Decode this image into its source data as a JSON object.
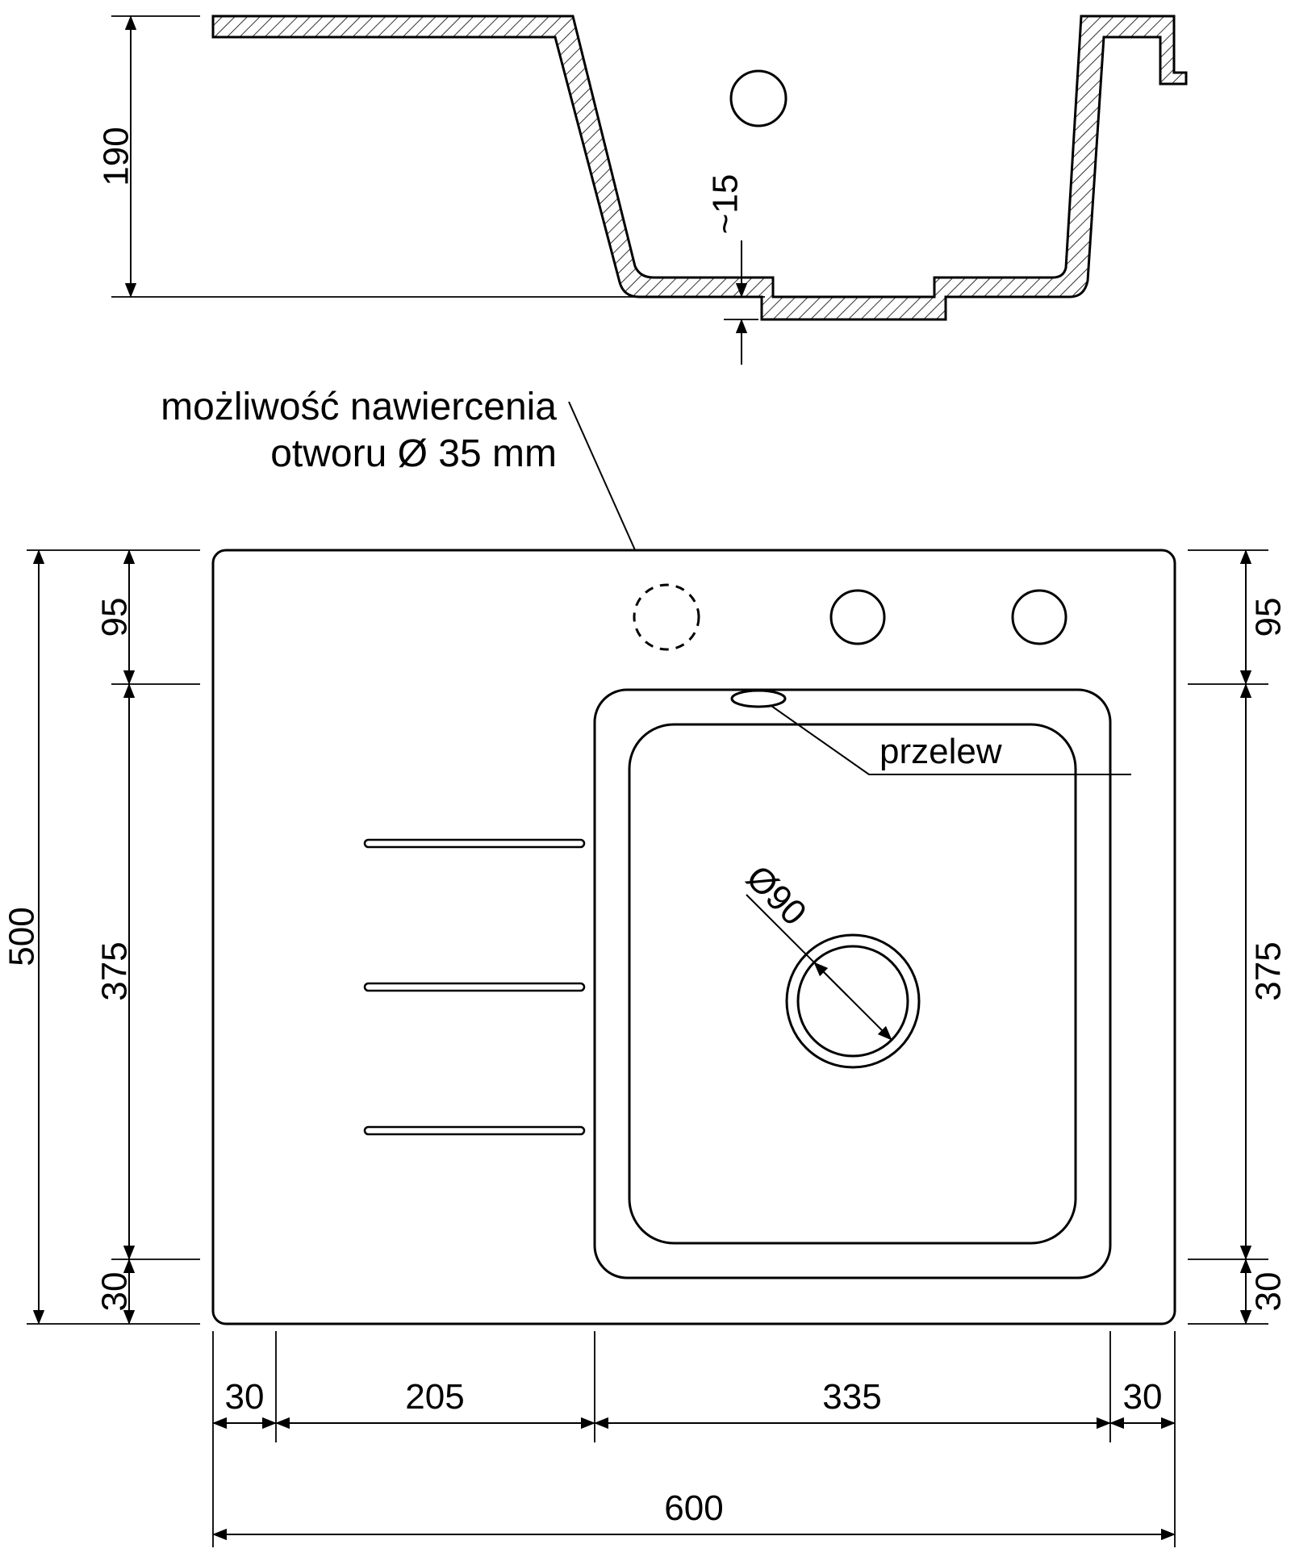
{
  "colors": {
    "line": "#000000",
    "background": "#ffffff"
  },
  "annotation": {
    "line1": "możliwość nawiercenia",
    "line2": "otworu Ø 35 mm"
  },
  "section": {
    "depth": "190",
    "bottom_thickness": "~15"
  },
  "plan": {
    "overflow": "przelew",
    "drain": "Ø90",
    "height_total": "500",
    "top_left": "95",
    "top_right": "95",
    "mid_left": "375",
    "mid_right": "375",
    "bot_left": "30",
    "bot_right": "30",
    "w1": "30",
    "w2": "205",
    "w3": "335",
    "w4": "30",
    "width_total": "600"
  }
}
